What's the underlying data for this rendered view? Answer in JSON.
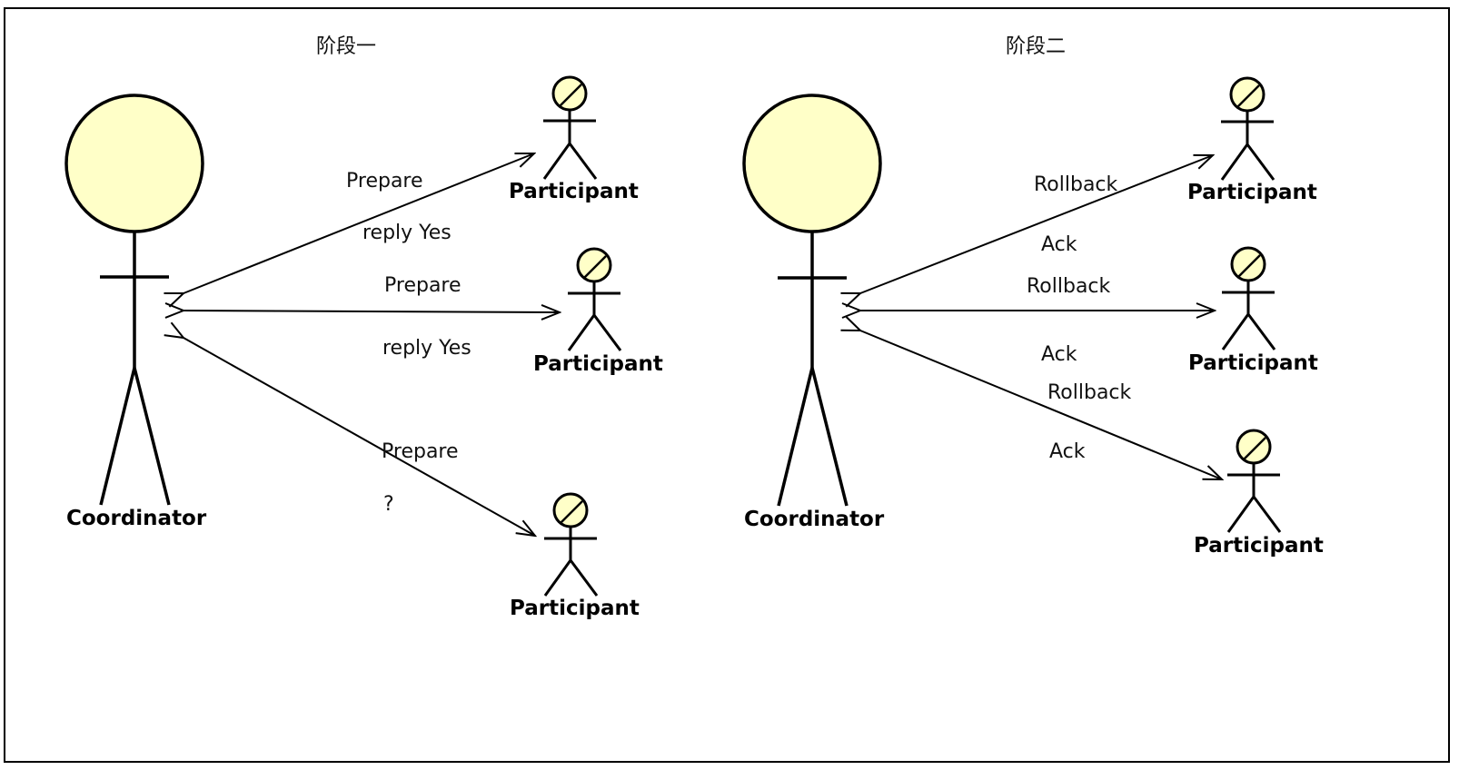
{
  "colors": {
    "actor_fill": "#ffffc8",
    "stroke": "#000000",
    "frame": "#000000",
    "background": "#ffffff"
  },
  "phase1": {
    "title": "阶段一",
    "coordinator": "Coordinator",
    "participants": [
      "Participant",
      "Participant",
      "Participant"
    ],
    "messages": {
      "prepare_1": "Prepare",
      "reply_1": "reply Yes",
      "prepare_2": "Prepare",
      "reply_2": "reply Yes",
      "prepare_3": "Prepare",
      "reply_3": "?"
    }
  },
  "phase2": {
    "title": "阶段二",
    "coordinator": "Coordinator",
    "participants": [
      "Participant",
      "Participant",
      "Participant"
    ],
    "messages": {
      "rollback_1": "Rollback",
      "ack_1": "Ack",
      "rollback_2": "Rollback",
      "ack_2": "Ack",
      "rollback_3": "Rollback",
      "ack_3": "Ack"
    }
  }
}
